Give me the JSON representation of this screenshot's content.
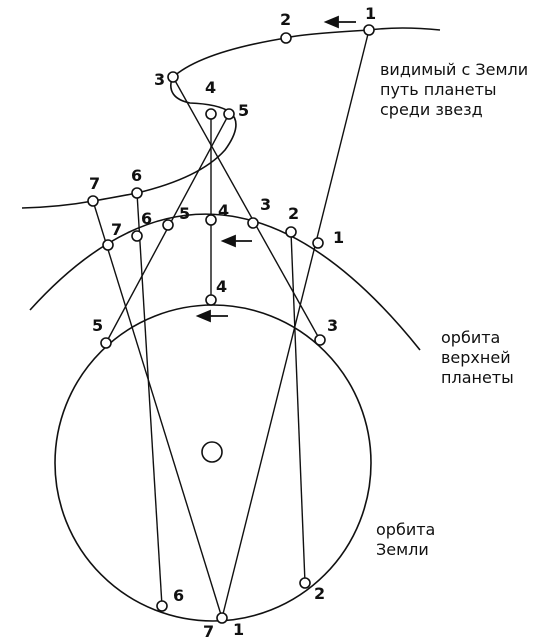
{
  "captions": {
    "apparent_path": [
      "видимый с Земли",
      "путь планеты",
      "среди звезд"
    ],
    "outer_orbit": [
      "орбита",
      "верхней",
      "планеты"
    ],
    "earth_orbit": [
      "орбита",
      "Земли"
    ]
  },
  "labels": {
    "sky": [
      "1",
      "2",
      "3",
      "4",
      "5",
      "6",
      "7"
    ],
    "planet": [
      "1",
      "2",
      "3",
      "4",
      "5",
      "6",
      "7"
    ],
    "earth": [
      "1",
      "2",
      "3",
      "4",
      "5",
      "6",
      "7"
    ]
  }
}
